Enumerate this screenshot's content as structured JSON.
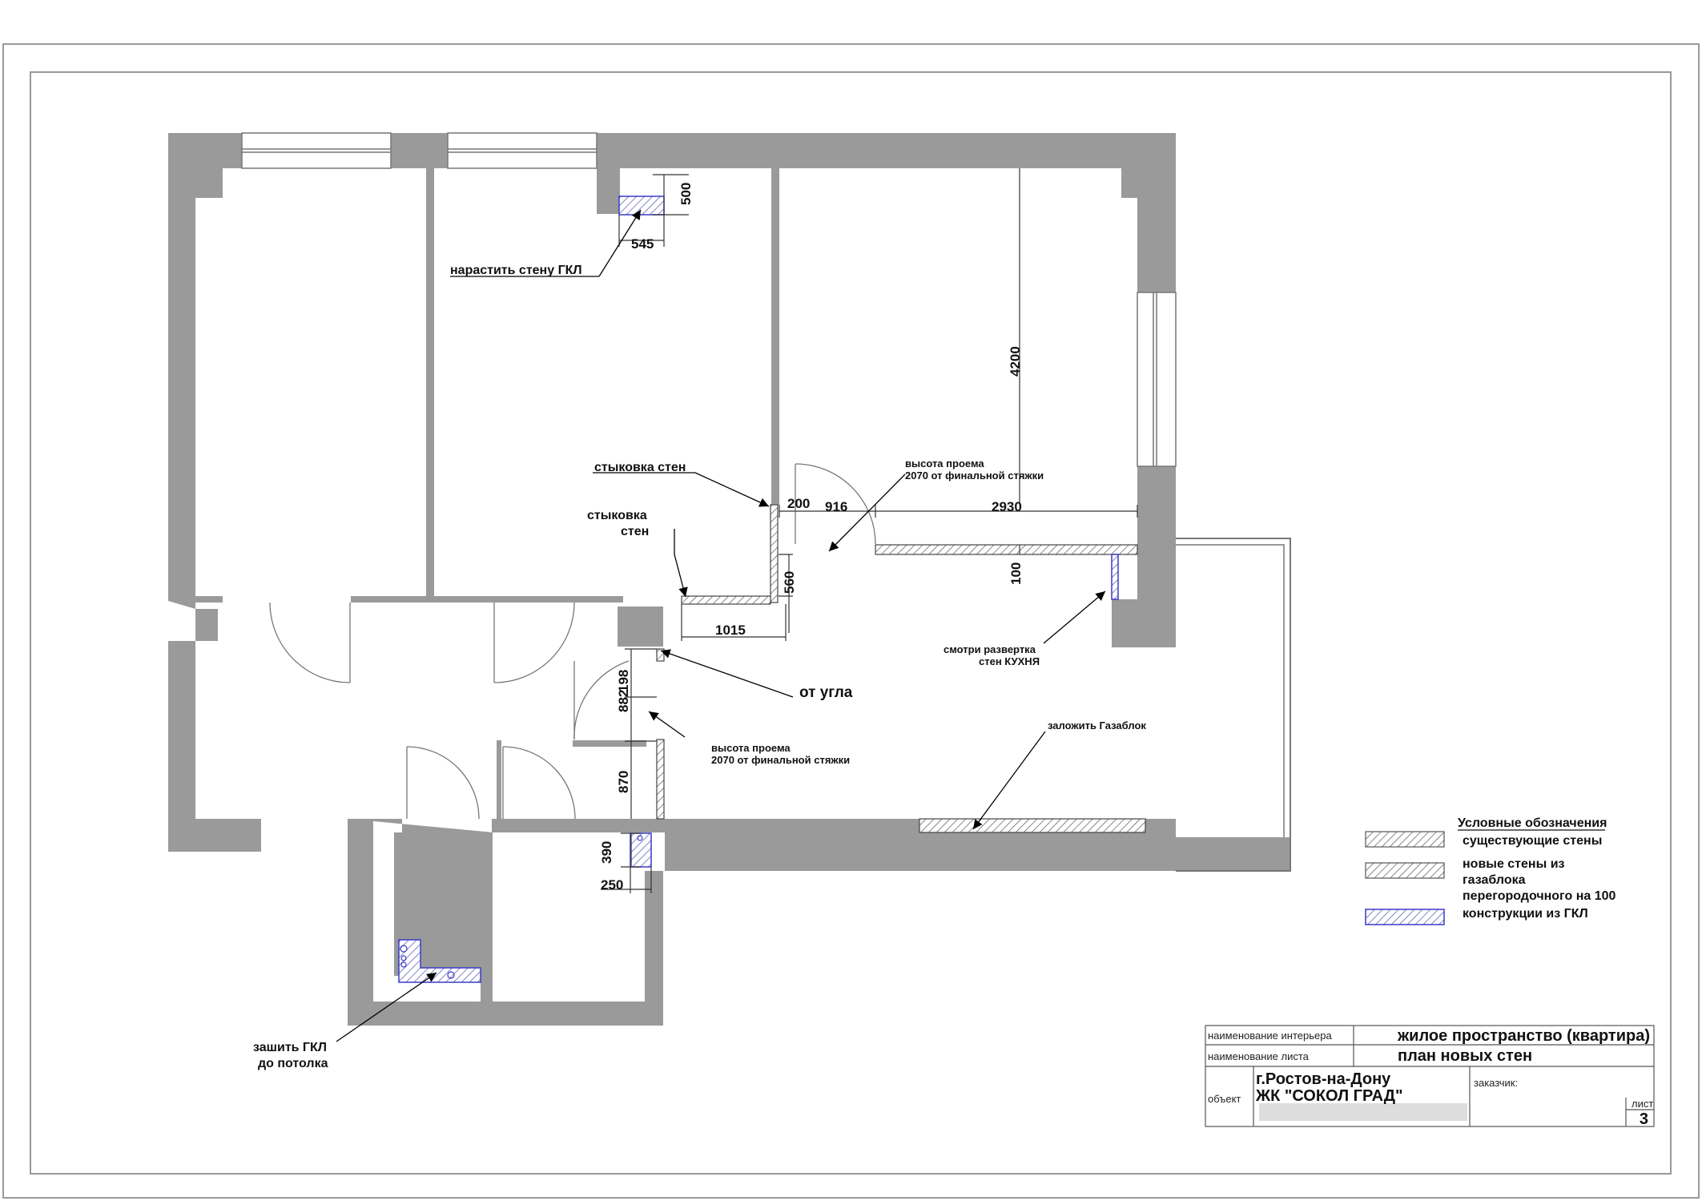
{
  "annotations": {
    "grow_wall": "нарастить стену ГКЛ",
    "wall_joint_1": "стыковка стен",
    "wall_joint_2_l1": "стыковка",
    "wall_joint_2_l2": "стен",
    "opening_height_1_l1": "высота проема",
    "opening_height_1_l2": "2070 от финальной стяжки",
    "opening_height_2_l1": "высота проема",
    "opening_height_2_l2": "2070 от финальной стяжки",
    "from_corner": "от угла",
    "see_kitchen_l1": "смотри развертка",
    "see_kitchen_l2": "стен КУХНЯ",
    "lay_block": "заложить Газаблок",
    "sew_gkl_l1": "зашить ГКЛ",
    "sew_gkl_l2": "до потолка"
  },
  "dimensions": {
    "d500": "500",
    "d545": "545",
    "d4200": "4200",
    "d200": "200",
    "d916": "916",
    "d2930": "2930",
    "d560": "560",
    "d100": "100",
    "d1015": "1015",
    "d198": "198",
    "d882": "882",
    "d870": "870",
    "d390": "390",
    "d250": "250"
  },
  "legend": {
    "title": "Условные обозначения",
    "existing": "существующие стены",
    "new_l1": "новые стены из",
    "new_l2": "газаблока",
    "new_l3": "перегородочного на 100",
    "gkl": "конструкции из ГКЛ"
  },
  "title_block": {
    "interior_caption": "наименование интерьера",
    "interior_value": "жилое пространство (квартира)",
    "sheet_name_caption": "наименование листа",
    "sheet_name_value": "план новых стен",
    "object_caption": "объект",
    "object_l1": "г.Ростов-на-Дону",
    "object_l2": "ЖК \"СОКОЛ ГРАД\"",
    "customer_caption": "заказчик:",
    "sheet_caption": "лист",
    "sheet_number": "3"
  },
  "colors": {
    "wall": "#9a9a9a",
    "gkl": "#3a3ac8"
  }
}
